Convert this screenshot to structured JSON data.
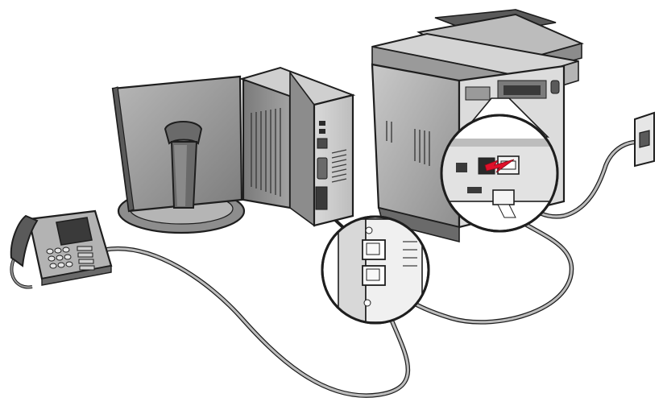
{
  "diagram": {
    "components": [
      {
        "id": "computer-monitor",
        "kind": "device"
      },
      {
        "id": "computer-tower",
        "kind": "device"
      },
      {
        "id": "multifunction-printer",
        "kind": "device"
      },
      {
        "id": "telephone",
        "kind": "device"
      },
      {
        "id": "wall-phone-jack",
        "kind": "device"
      }
    ],
    "callouts": [
      {
        "id": "printer-port-zoom",
        "target": "multifunction-printer"
      },
      {
        "id": "computer-modem-zoom",
        "target": "computer-tower"
      }
    ],
    "connections": [
      {
        "from": "wall-phone-jack",
        "to": "multifunction-printer",
        "cable": "phone-line"
      },
      {
        "from": "multifunction-printer",
        "to": "computer-tower",
        "cable": "phone-line"
      },
      {
        "from": "computer-tower",
        "to": "telephone",
        "cable": "phone-line"
      }
    ],
    "colors": {
      "device_body": "#9a9a9a",
      "device_dark": "#5a5a5a",
      "device_light": "#d4d4d4",
      "outline": "#1e1e1e",
      "cable": "#bdbdbd",
      "arrow": "#e0102a",
      "background": "#ffffff"
    }
  }
}
